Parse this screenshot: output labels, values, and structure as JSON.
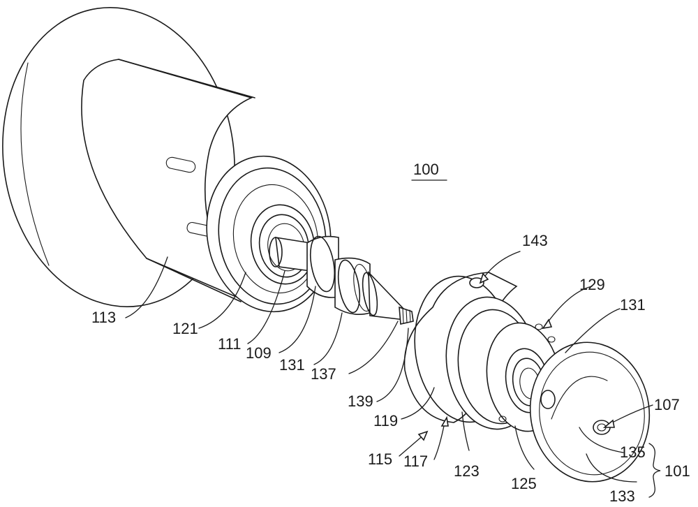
{
  "figure": {
    "assembly_ref": "100",
    "labels": {
      "l113": "113",
      "l121": "121",
      "l111": "111",
      "l109": "109",
      "l131a": "131",
      "l137": "137",
      "l139": "139",
      "l119": "119",
      "l115": "115",
      "l117": "117",
      "l123": "123",
      "l125": "125",
      "l133": "133",
      "l135": "135",
      "l101": "101",
      "l107": "107",
      "l131b": "131",
      "l129": "129",
      "l143": "143"
    }
  },
  "colors": {
    "line": "#1a1a1a",
    "background": "#ffffff"
  }
}
